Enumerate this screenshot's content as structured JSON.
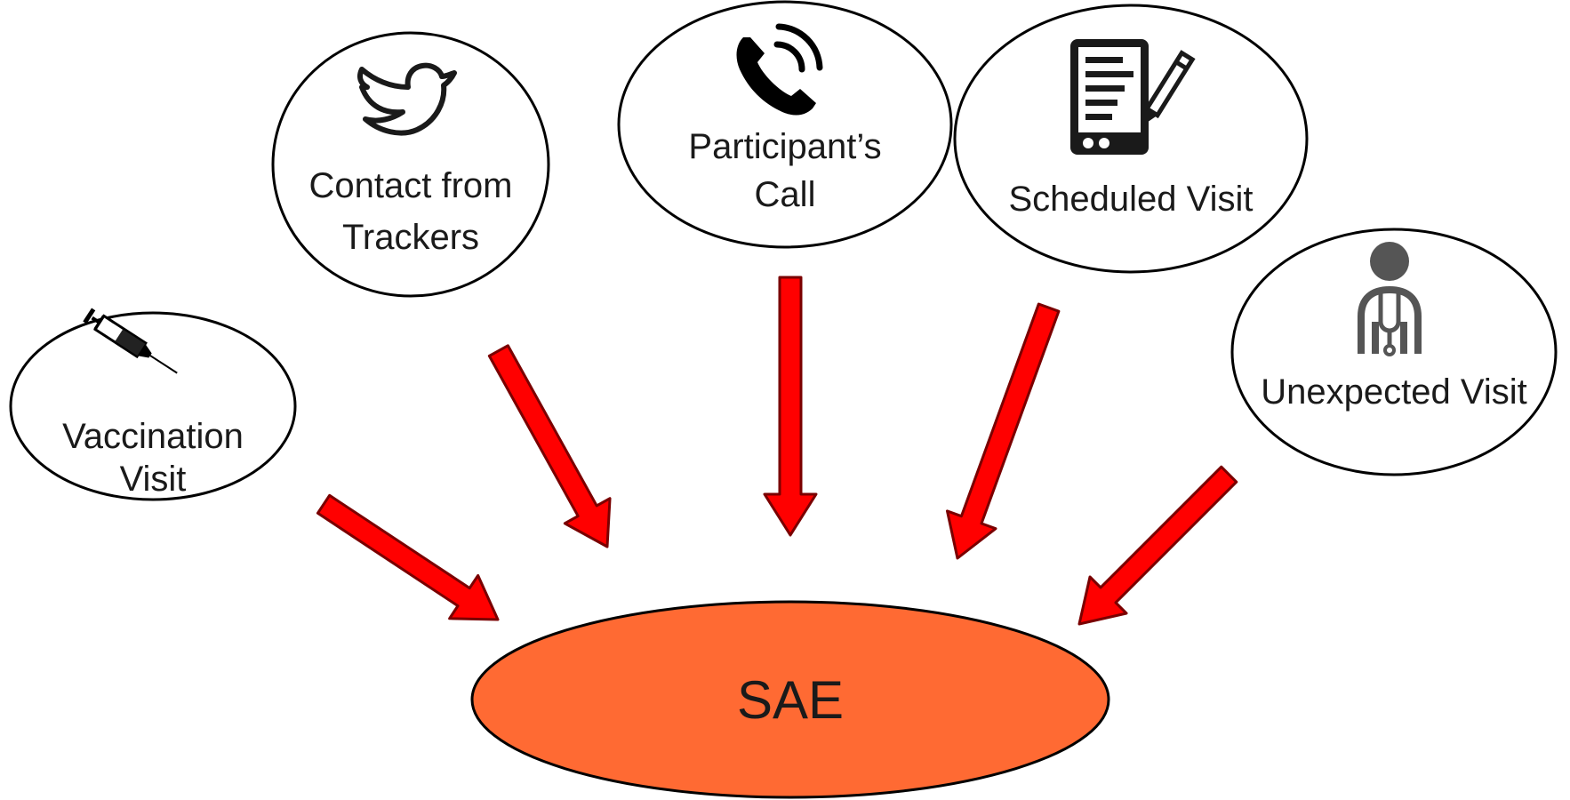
{
  "nodes": {
    "vaccination": {
      "label_line1": "Vaccination",
      "label_line2": "Visit",
      "icon": "syringe-icon"
    },
    "trackers": {
      "label_line1": "Contact from",
      "label_line2": "Trackers",
      "icon": "twitter-bird-icon"
    },
    "call": {
      "label_line1": "Participant’s",
      "label_line2": "Call",
      "icon": "phone-call-icon"
    },
    "scheduled": {
      "label": "Scheduled Visit",
      "icon": "clipboard-form-icon"
    },
    "unexpected": {
      "label": "Unexpected Visit",
      "icon": "doctor-stethoscope-icon"
    }
  },
  "target": {
    "label": "SAE"
  },
  "colors": {
    "arrow_fill": "#ff0000",
    "arrow_stroke": "#7a0000",
    "target_fill": "#ff6a33",
    "outline": "#000000"
  }
}
